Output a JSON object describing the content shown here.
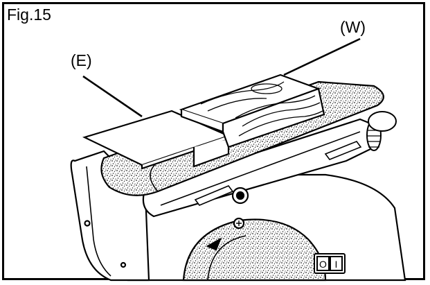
{
  "figure": {
    "label": "Fig.15",
    "callouts": {
      "end_stop": "(E)",
      "workpiece": "(W)"
    },
    "switch_symbols": [
      "O",
      "I"
    ]
  }
}
